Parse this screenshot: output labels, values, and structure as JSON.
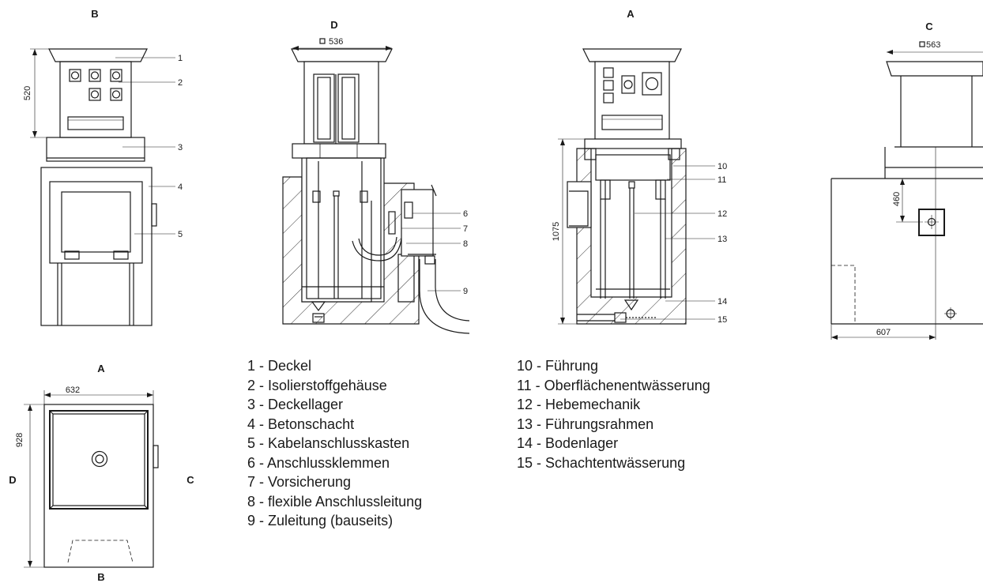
{
  "views": {
    "b_title": "B",
    "d_title": "D",
    "a_title": "A",
    "c_title": "C",
    "plan_top": "A",
    "plan_bottom": "B",
    "plan_left": "D",
    "plan_right": "C"
  },
  "dimensions": {
    "h520": "520",
    "w536": "536",
    "h1075": "1075",
    "w563": "563",
    "h460": "460",
    "w607": "607",
    "w632": "632",
    "h928": "928"
  },
  "callouts": {
    "n1": "1",
    "n2": "2",
    "n3": "3",
    "n4": "4",
    "n5": "5",
    "n6": "6",
    "n7": "7",
    "n8": "8",
    "n9": "9",
    "n10": "10",
    "n11": "11",
    "n12": "12",
    "n13": "13",
    "n14": "14",
    "n15": "15"
  },
  "legend_left": [
    "1 - Deckel",
    "2 - Isolierstoffgehäuse",
    "3 - Deckellager",
    "4 - Betonschacht",
    "5 - Kabelanschlusskasten",
    "6 - Anschlussklemmen",
    "7 - Vorsicherung",
    "8 - flexible Anschlussleitung",
    "9 - Zuleitung (bauseits)"
  ],
  "legend_right": [
    "10 - Führung",
    "11 - Oberflächenentwässerung",
    "12 - Hebemechanik",
    "13 - Führungsrahmen",
    "14 - Bodenlager",
    "15 - Schachtentwässerung"
  ]
}
